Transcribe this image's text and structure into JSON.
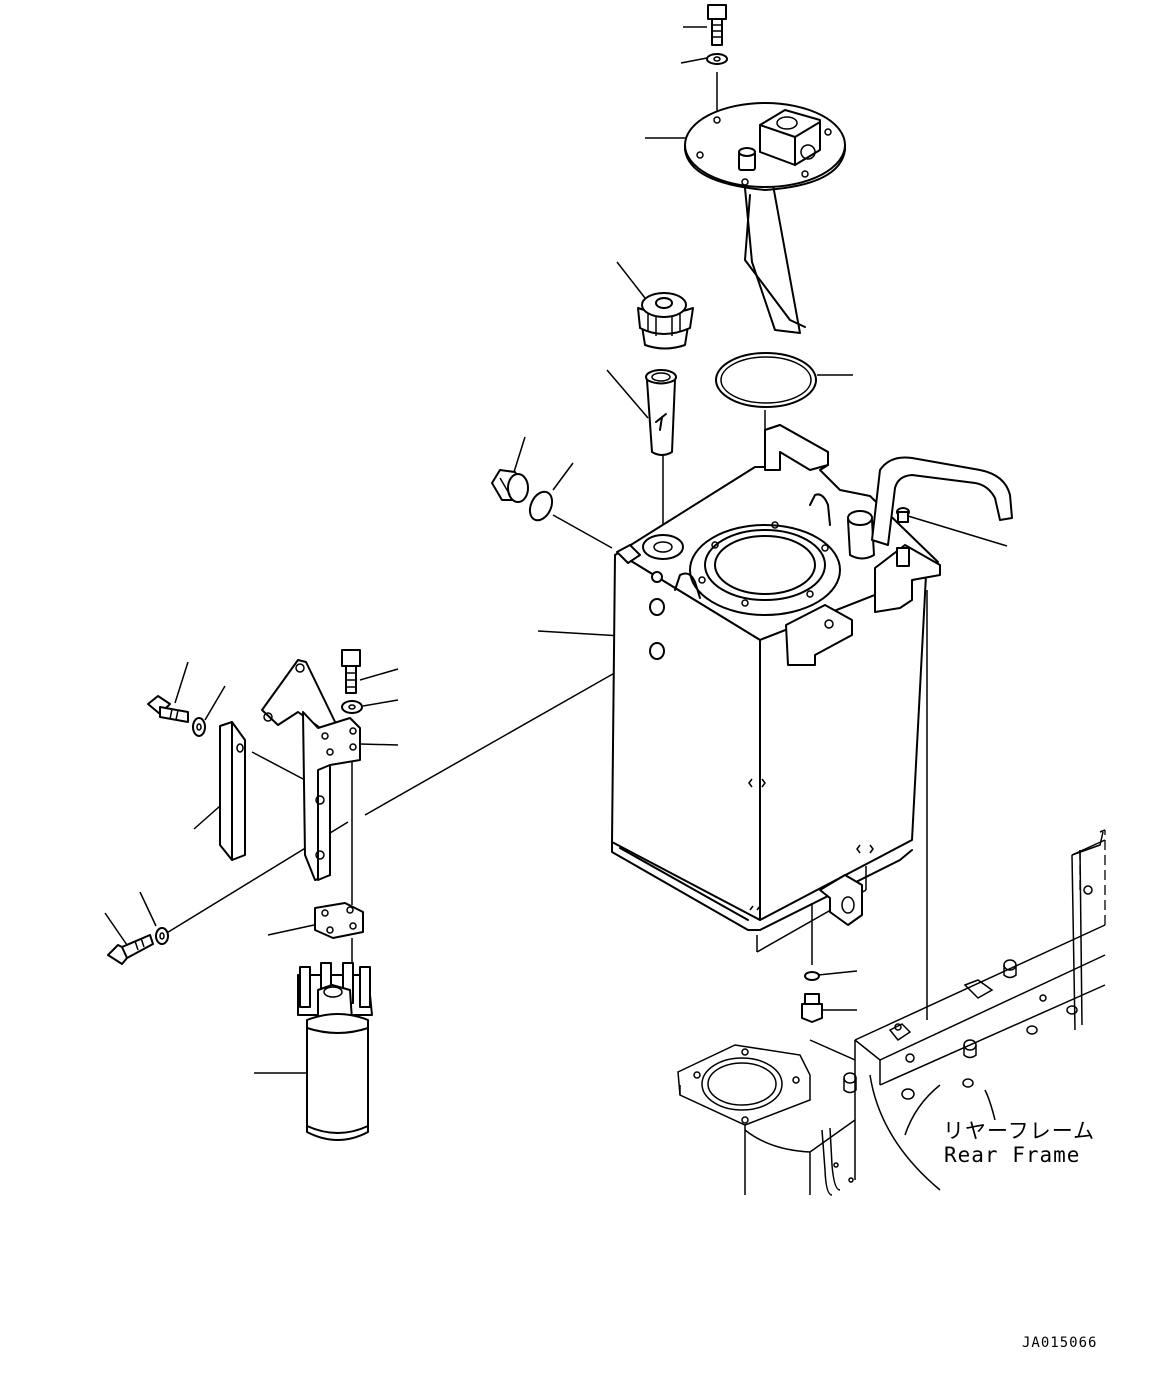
{
  "diagram": {
    "label_rear_frame_jp": "リヤーフレーム",
    "label_rear_frame_en": "Rear Frame",
    "drawing_code": "JA015066"
  }
}
